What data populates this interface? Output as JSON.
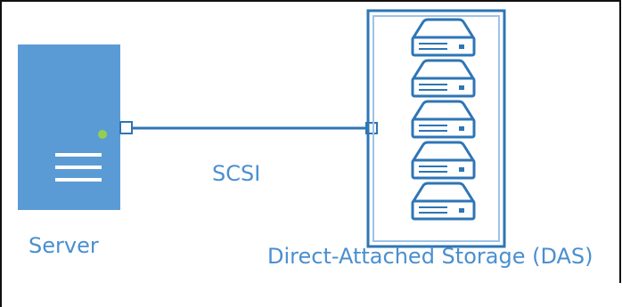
{
  "diagram": {
    "server_label": "Server",
    "link_label": "SCSI",
    "storage_label": "Direct-Attached Storage (DAS)",
    "drive_count": 5
  },
  "colors": {
    "accent": "#4a8fcf",
    "server_fill": "#5b9bd5",
    "storage_border": "#2e75b6",
    "indicator": "#92d050"
  }
}
